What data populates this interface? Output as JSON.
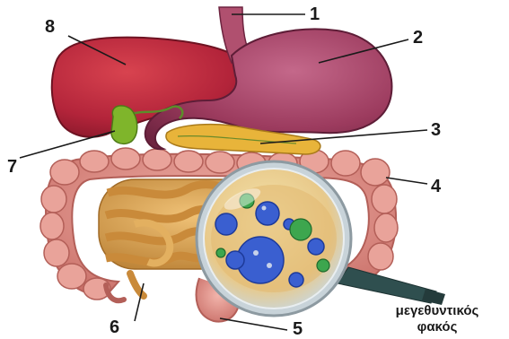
{
  "diagram": {
    "labels": [
      "1",
      "2",
      "3",
      "4",
      "5",
      "6",
      "7",
      "8"
    ],
    "caption_line1": "μεγεθυντικός",
    "caption_line2": "φακός"
  },
  "colors": {
    "liver": "#b3243a",
    "stomach": "#9c3b5e",
    "pancreas": "#e8b43a",
    "gallbladder": "#7fb52b",
    "large_intestine": "#dc8c84",
    "small_intestine": "#d9a04e",
    "bacteria_blue": "#3a5fd0",
    "bacteria_green": "#3da64e",
    "lens_handle": "#2f4f4f"
  }
}
